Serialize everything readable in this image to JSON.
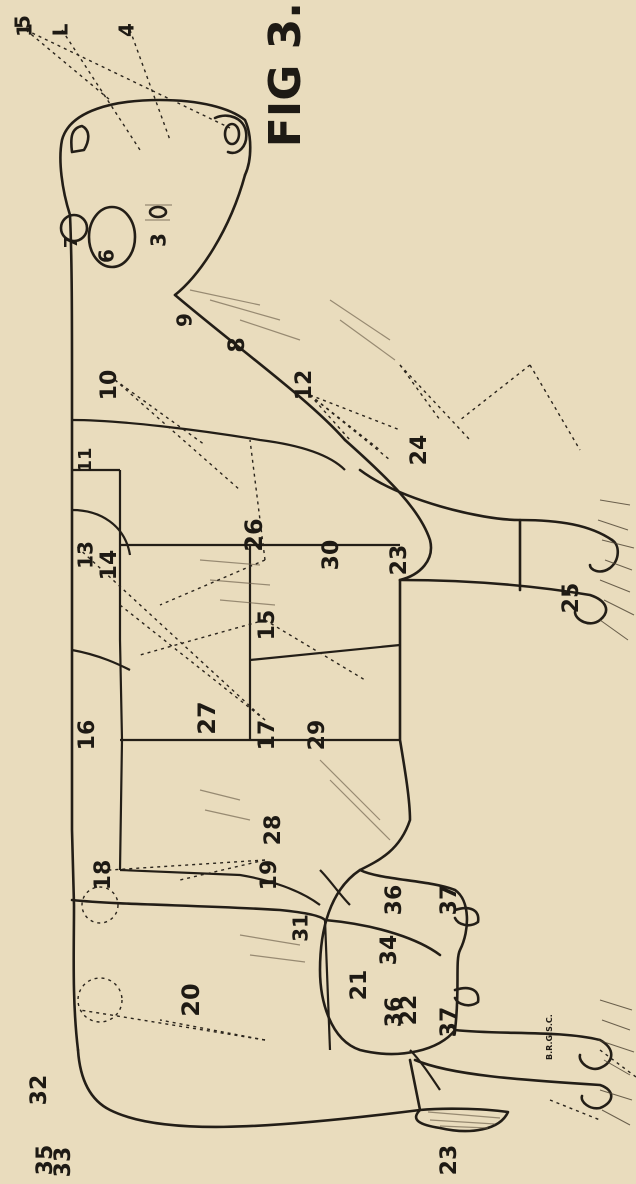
{
  "figure": {
    "caption": "FIG 3.",
    "signature": "B.R.G.S.C.",
    "labels": [
      {
        "id": "1a",
        "text": "1"
      },
      {
        "id": "1b",
        "text": "L"
      },
      {
        "id": "3",
        "text": "3"
      },
      {
        "id": "4",
        "text": "4"
      },
      {
        "id": "5",
        "text": "5"
      },
      {
        "id": "6",
        "text": "6"
      },
      {
        "id": "7",
        "text": "7"
      },
      {
        "id": "8",
        "text": "8"
      },
      {
        "id": "9",
        "text": "9"
      },
      {
        "id": "10",
        "text": "10"
      },
      {
        "id": "11",
        "text": "11"
      },
      {
        "id": "12",
        "text": "12"
      },
      {
        "id": "13",
        "text": "13"
      },
      {
        "id": "14",
        "text": "14"
      },
      {
        "id": "15",
        "text": "15"
      },
      {
        "id": "16",
        "text": "16"
      },
      {
        "id": "17",
        "text": "17"
      },
      {
        "id": "18",
        "text": "18"
      },
      {
        "id": "19",
        "text": "19"
      },
      {
        "id": "20",
        "text": "20"
      },
      {
        "id": "21",
        "text": "21"
      },
      {
        "id": "22",
        "text": "22"
      },
      {
        "id": "23a",
        "text": "23"
      },
      {
        "id": "23b",
        "text": "23"
      },
      {
        "id": "24",
        "text": "24"
      },
      {
        "id": "25",
        "text": "25"
      },
      {
        "id": "26",
        "text": "26"
      },
      {
        "id": "27",
        "text": "27"
      },
      {
        "id": "28",
        "text": "28"
      },
      {
        "id": "29",
        "text": "29"
      },
      {
        "id": "30",
        "text": "30"
      },
      {
        "id": "31",
        "text": "31"
      },
      {
        "id": "32",
        "text": "32"
      },
      {
        "id": "33",
        "text": "33"
      },
      {
        "id": "34",
        "text": "34"
      },
      {
        "id": "35",
        "text": "35"
      },
      {
        "id": "36a",
        "text": "36"
      },
      {
        "id": "36b",
        "text": "36"
      },
      {
        "id": "37a",
        "text": "37"
      },
      {
        "id": "37b",
        "text": "37"
      }
    ]
  }
}
